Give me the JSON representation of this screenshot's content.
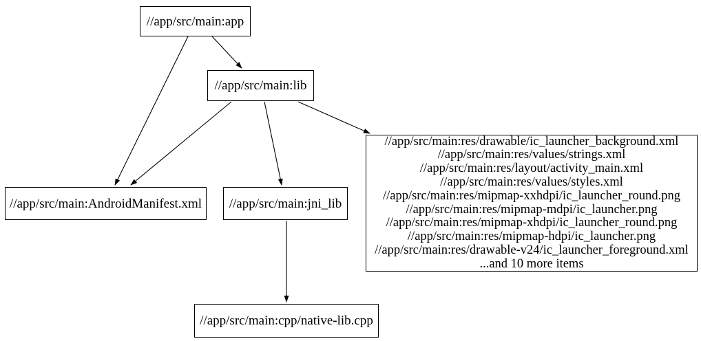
{
  "diagram": {
    "type": "directed-graph",
    "colors": {
      "background": "#ffffff",
      "node_fill": "#ffffff",
      "node_border": "#000000",
      "edge": "#000000",
      "text": "#000000"
    },
    "nodes": {
      "app": {
        "label": "//app/src/main:app"
      },
      "lib": {
        "label": "//app/src/main:lib"
      },
      "manifest": {
        "label": "//app/src/main:AndroidManifest.xml"
      },
      "jni_lib": {
        "label": "//app/src/main:jni_lib"
      },
      "resources": {
        "lines": [
          "//app/src/main:res/drawable/ic_launcher_background.xml",
          "//app/src/main:res/values/strings.xml",
          "//app/src/main:res/layout/activity_main.xml",
          "//app/src/main:res/values/styles.xml",
          "//app/src/main:res/mipmap-xxhdpi/ic_launcher_round.png",
          "//app/src/main:res/mipmap-mdpi/ic_launcher.png",
          "//app/src/main:res/mipmap-xhdpi/ic_launcher_round.png",
          "//app/src/main:res/mipmap-hdpi/ic_launcher.png",
          "//app/src/main:res/drawable-v24/ic_launcher_foreground.xml",
          "...and 10 more items"
        ]
      },
      "native_lib": {
        "label": "//app/src/main:cpp/native-lib.cpp"
      }
    },
    "edges": [
      {
        "from": "//app/src/main:app",
        "to": "//app/src/main:lib"
      },
      {
        "from": "//app/src/main:app",
        "to": "//app/src/main:AndroidManifest.xml"
      },
      {
        "from": "//app/src/main:lib",
        "to": "//app/src/main:AndroidManifest.xml"
      },
      {
        "from": "//app/src/main:lib",
        "to": "//app/src/main:jni_lib"
      },
      {
        "from": "//app/src/main:lib",
        "to": "resources-group"
      },
      {
        "from": "//app/src/main:jni_lib",
        "to": "//app/src/main:cpp/native-lib.cpp"
      }
    ]
  }
}
